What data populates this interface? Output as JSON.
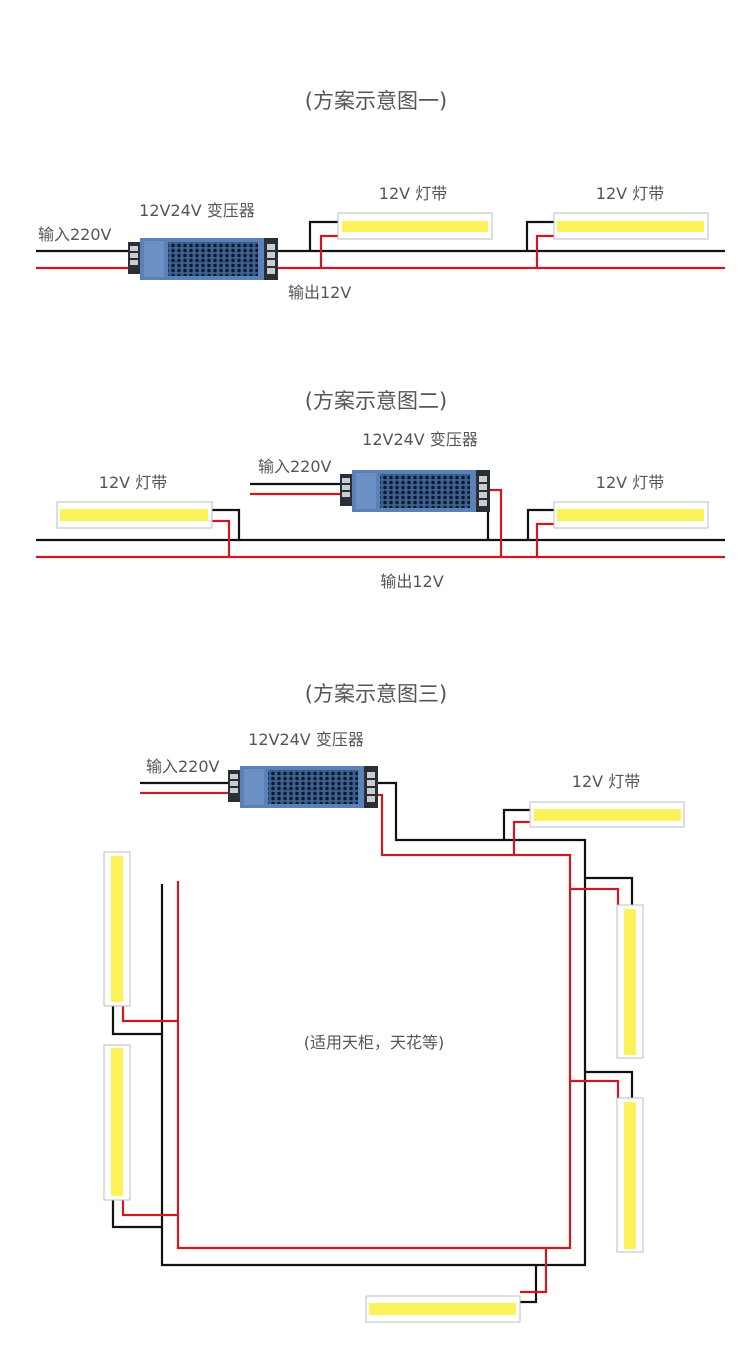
{
  "colors": {
    "wire_negative": "#111111",
    "wire_positive": "#cc1a24",
    "strip_fill": "#fdf25a",
    "strip_border": "#bdbdbd",
    "transformer": "#5b82b8",
    "text": "#555555"
  },
  "diagram1": {
    "title": "(方案示意图一)",
    "transformer_label": "12V24V 变压器",
    "input_label": "输入220V",
    "output_label": "输出12V",
    "strips": [
      {
        "label": "12V 灯带"
      },
      {
        "label": "12V 灯带"
      }
    ]
  },
  "diagram2": {
    "title": "(方案示意图二)",
    "transformer_label": "12V24V 变压器",
    "input_label": "输入220V",
    "output_label": "输出12V",
    "strips": [
      {
        "label": "12V 灯带"
      },
      {
        "label": "12V 灯带"
      }
    ]
  },
  "diagram3": {
    "title": "(方案示意图三)",
    "transformer_label": "12V24V 变压器",
    "input_label": "输入220V",
    "strip_label": "12V 灯带",
    "note": "(适用天柜，天花等)",
    "strip_count": 6
  }
}
